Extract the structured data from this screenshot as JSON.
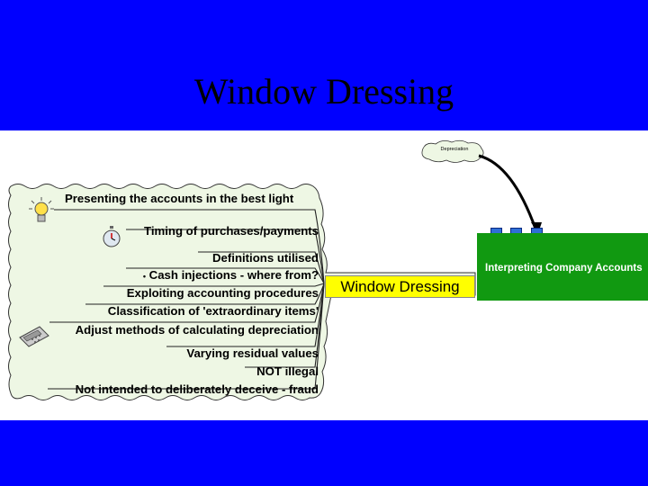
{
  "slide": {
    "title": "Window Dressing"
  },
  "map": {
    "central_topic": "Window Dressing",
    "main_topic": "Interpreting Company Accounts",
    "cloud_note": "Depreciation",
    "branches": [
      {
        "label": "Presenting the accounts in the best light",
        "icon": "lightbulb-icon"
      },
      {
        "label": "Timing of purchases/payments",
        "icon": "stopwatch-icon"
      },
      {
        "label": "Definitions utilised",
        "icon": ""
      },
      {
        "label": "Cash injections - where from?",
        "icon": ""
      },
      {
        "label": "Exploiting accounting procedures",
        "icon": ""
      },
      {
        "label": "Classification of 'extraordinary items'",
        "icon": ""
      },
      {
        "label": "Adjust methods of calculating depreciation",
        "icon": "calculator-icon"
      },
      {
        "label": "Varying residual values",
        "icon": ""
      },
      {
        "label": "NOT illegal",
        "icon": ""
      },
      {
        "label": "Not intended to deliberately deceive - fraud",
        "icon": ""
      }
    ],
    "colors": {
      "background": "#0000ff",
      "cloud_fill": "#eef7e4",
      "central_highlight": "#ffff00",
      "main_topic_fill": "#119911",
      "connector_squares": "#2f6fd6"
    }
  }
}
